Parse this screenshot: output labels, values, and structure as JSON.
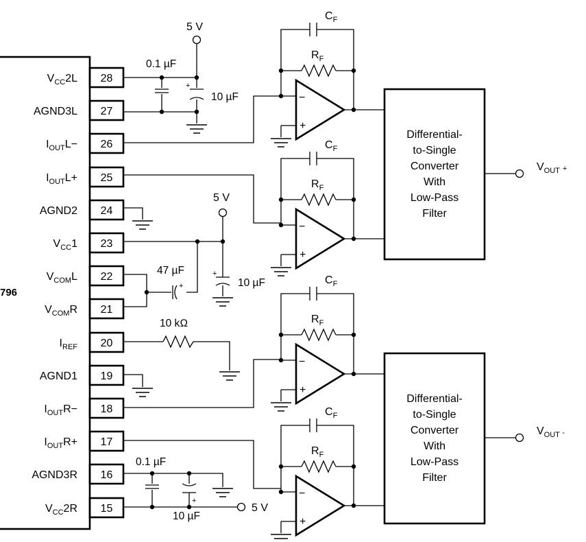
{
  "chip": {
    "partial_name": "796",
    "pins": [
      {
        "number": "28",
        "main": "V",
        "sub": "CC",
        "tail": "2L"
      },
      {
        "number": "27",
        "main": "AGND3L",
        "sub": "",
        "tail": ""
      },
      {
        "number": "26",
        "main": "I",
        "sub": "OUT",
        "tail": "L−"
      },
      {
        "number": "25",
        "main": "I",
        "sub": "OUT",
        "tail": "L+"
      },
      {
        "number": "24",
        "main": "AGND2",
        "sub": "",
        "tail": ""
      },
      {
        "number": "23",
        "main": "V",
        "sub": "CC",
        "tail": "1"
      },
      {
        "number": "22",
        "main": "V",
        "sub": "COM",
        "tail": "L"
      },
      {
        "number": "21",
        "main": "V",
        "sub": "COM",
        "tail": "R"
      },
      {
        "number": "20",
        "main": "I",
        "sub": "REF",
        "tail": ""
      },
      {
        "number": "19",
        "main": "AGND1",
        "sub": "",
        "tail": ""
      },
      {
        "number": "18",
        "main": "I",
        "sub": "OUT",
        "tail": "R−"
      },
      {
        "number": "17",
        "main": "I",
        "sub": "OUT",
        "tail": "R+"
      },
      {
        "number": "16",
        "main": "AGND3R",
        "sub": "",
        "tail": ""
      },
      {
        "number": "15",
        "main": "V",
        "sub": "CC",
        "tail": "2R"
      }
    ]
  },
  "components": {
    "supply_5v": "5 V",
    "cap_01uf": "0.1 µF",
    "cap_10uf": "10 µF",
    "cap_47uf": "47 µF",
    "res_10k": "10 kΩ",
    "plus": "+",
    "minus": "−",
    "cf_main": "C",
    "cf_sub": "F",
    "rf_main": "R",
    "rf_sub": "F"
  },
  "converters": {
    "line1": "Differential-",
    "line2": "to-Single",
    "line3": "Converter",
    "line4": "With",
    "line5": "Low-Pass",
    "line6": "Filter"
  },
  "outputs": {
    "main": "V",
    "sub": "OUT",
    "pos_sign": "+",
    "neg_sign": "-"
  }
}
